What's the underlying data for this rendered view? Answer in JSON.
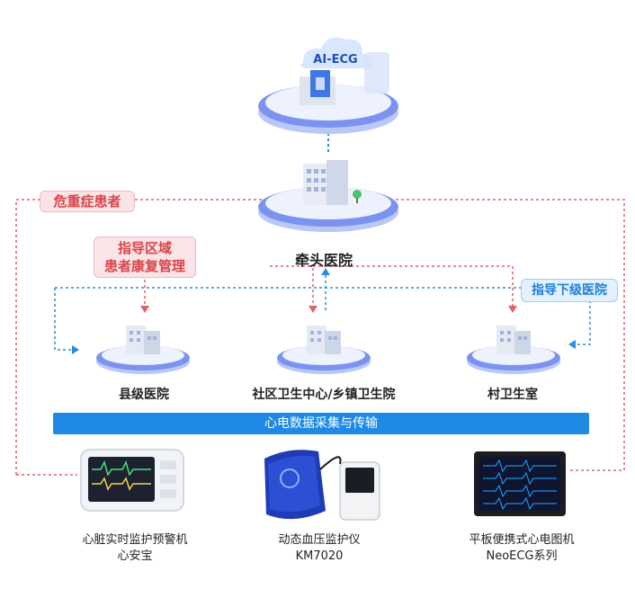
{
  "cloud": {
    "label": "AI-ECG"
  },
  "lead_hospital": {
    "label": "牵头医院"
  },
  "tags": {
    "critical_patients": "危重症患者",
    "regional_line1": "指导区域",
    "regional_line2": "患者康复管理",
    "lower_guidance": "指导下级医院"
  },
  "nodes": {
    "county": "县级医院",
    "community": "社区卫生中心/乡镇卫生院",
    "village": "村卫生室"
  },
  "banner": "心电数据采集与传输",
  "devices": {
    "monitor_name": "心脏实时监护预警机",
    "monitor_sub": "心安宝",
    "bp_name": "动态血压监护仪",
    "bp_sub": "KM7020",
    "tablet_name": "平板便携式心电图机",
    "tablet_sub": "NeoECG系列"
  },
  "colors": {
    "pink_line": "#e0606a",
    "blue_line": "#2b8be0",
    "banner": "#1e8ae6"
  }
}
